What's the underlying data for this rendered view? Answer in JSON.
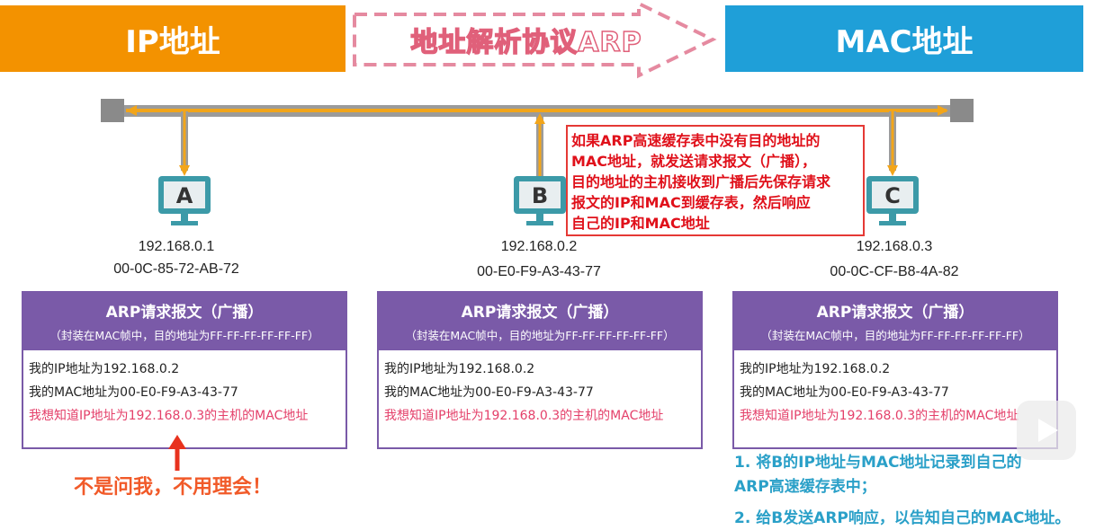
{
  "header": {
    "ip_banner": "IP地址",
    "arp_label": "地址解析协议ARP",
    "mac_banner": "MAC地址"
  },
  "colors": {
    "ip_banner": "#f39200",
    "mac_banner": "#1f9fd8",
    "cable": "#f2a51a",
    "panel": "#7a5aa8",
    "callout_border": "#e53935",
    "highlight_text": "#e4406a",
    "steps_text": "#2aa0c8"
  },
  "hosts": [
    {
      "letter": "A",
      "ip": "192.168.0.1",
      "mac": "00-0C-85-72-AB-72"
    },
    {
      "letter": "B",
      "ip": "192.168.0.2",
      "mac": "00-E0-F9-A3-43-77"
    },
    {
      "letter": "C",
      "ip": "192.168.0.3",
      "mac": "00-0C-CF-B8-4A-82"
    }
  ],
  "packet": {
    "title": "ARP请求报文（广播）",
    "subtitle": "（封装在MAC帧中，目的地址为FF-FF-FF-FF-FF-FF）",
    "line1": "我的IP地址为192.168.0.2",
    "line2": "我的MAC地址为00-E0-F9-A3-43-77",
    "line3": "我想知道IP地址为192.168.0.3的主机的MAC地址"
  },
  "callout": {
    "lines": [
      "如果ARP高速缓存表中没有目的地址的",
      "MAC地址，就发送请求报文（广播），",
      "目的地址的主机接收到广播后先保存请求",
      "报文的IP和MAC到缓存表，然后响应",
      "自己的IP和MAC地址"
    ]
  },
  "note_a": "不是问我，不用理会！",
  "steps_c": [
    "1. 将B的IP地址与MAC地址记录到自己的",
    "ARP高速缓存表中；",
    "2. 给B发送ARP响应，以告知自己的MAC地址。"
  ]
}
